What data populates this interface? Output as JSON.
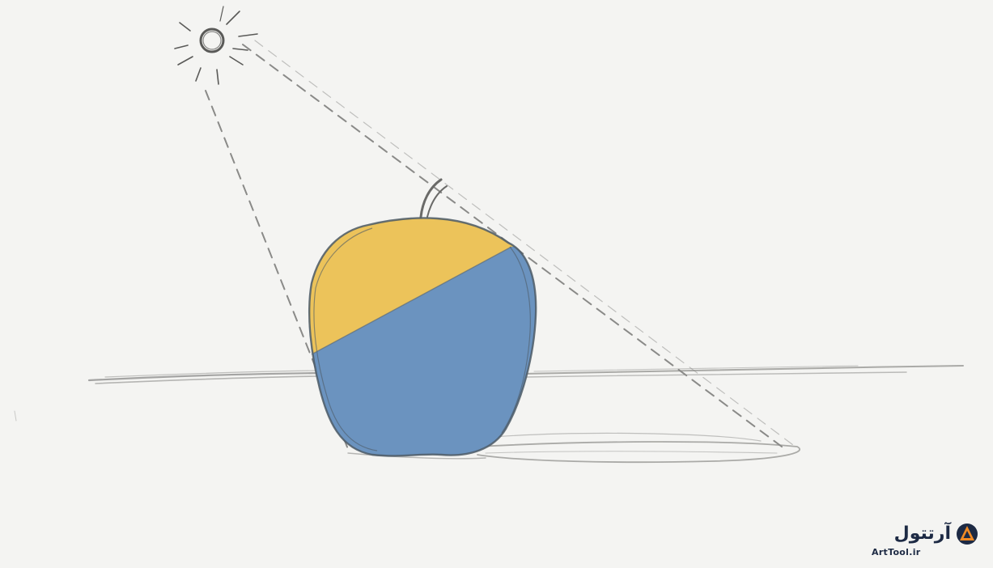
{
  "scene": {
    "subject": "apple",
    "colors": {
      "paper": "#f4f4f2",
      "pencil": "#8a8a88",
      "pencil_dark": "#5a5a58",
      "lit_side": "#ecc35a",
      "shadow_side": "#6b93bf",
      "logo_orange": "#f08a24",
      "logo_navy": "#1d2a44"
    },
    "icons": [
      "sun-icon",
      "arttool-logo-icon"
    ]
  },
  "watermark": {
    "logo_text": "آرتتول",
    "url": "ArtTool.ir"
  }
}
